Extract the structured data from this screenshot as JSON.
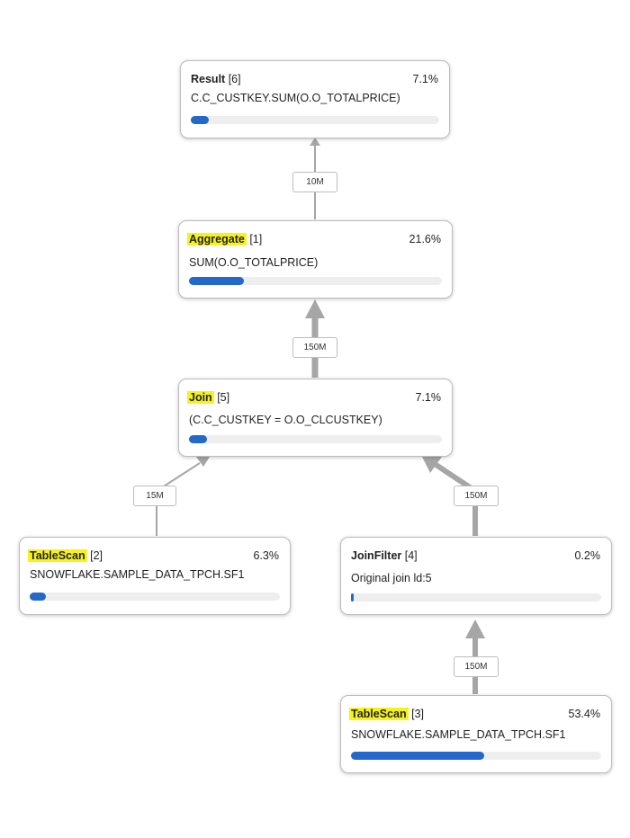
{
  "nodes": [
    {
      "id": "result",
      "op": "Result",
      "num": "[6]",
      "pct": "7.1%",
      "detail": "C.C_CUSTKEY.SUM(O.O_TOTALPRICE)",
      "highlight": false,
      "fill": 0.071
    },
    {
      "id": "aggregate",
      "op": "Aggregate",
      "num": "[1]",
      "pct": "21.6%",
      "detail": "SUM(O.O_TOTALPRICE)",
      "highlight": true,
      "fill": 0.216
    },
    {
      "id": "join",
      "op": "Join",
      "num": "[5]",
      "pct": "7.1%",
      "detail": "(C.C_CUSTKEY = O.O_CLCUSTKEY)",
      "highlight": true,
      "fill": 0.071
    },
    {
      "id": "tablescan2",
      "op": "TableScan",
      "num": "[2]",
      "pct": "6.3%",
      "detail": "SNOWFLAKE.SAMPLE_DATA_TPCH.SF1",
      "highlight": true,
      "fill": 0.063
    },
    {
      "id": "joinfilter",
      "op": "JoinFilter",
      "num": "[4]",
      "pct": "0.2%",
      "detail": "Original join ld:5",
      "highlight": false,
      "fill": 0.002
    },
    {
      "id": "tablescan3",
      "op": "TableScan",
      "num": "[3]",
      "pct": "53.4%",
      "detail": "SNOWFLAKE.SAMPLE_DATA_TPCH.SF1",
      "highlight": true,
      "fill": 0.534
    }
  ],
  "edges": [
    {
      "from": "aggregate",
      "to": "result",
      "label": "10M"
    },
    {
      "from": "join",
      "to": "aggregate",
      "label": "150M"
    },
    {
      "from": "tablescan2",
      "to": "join",
      "label": "15M"
    },
    {
      "from": "joinfilter",
      "to": "join",
      "label": "150M"
    },
    {
      "from": "tablescan3",
      "to": "joinfilter",
      "label": "150M"
    }
  ],
  "colors": {
    "highlight": "#f7f21c",
    "bar": "#2468cc",
    "track": "#eeeeee",
    "edge": "#a6a6a6"
  }
}
